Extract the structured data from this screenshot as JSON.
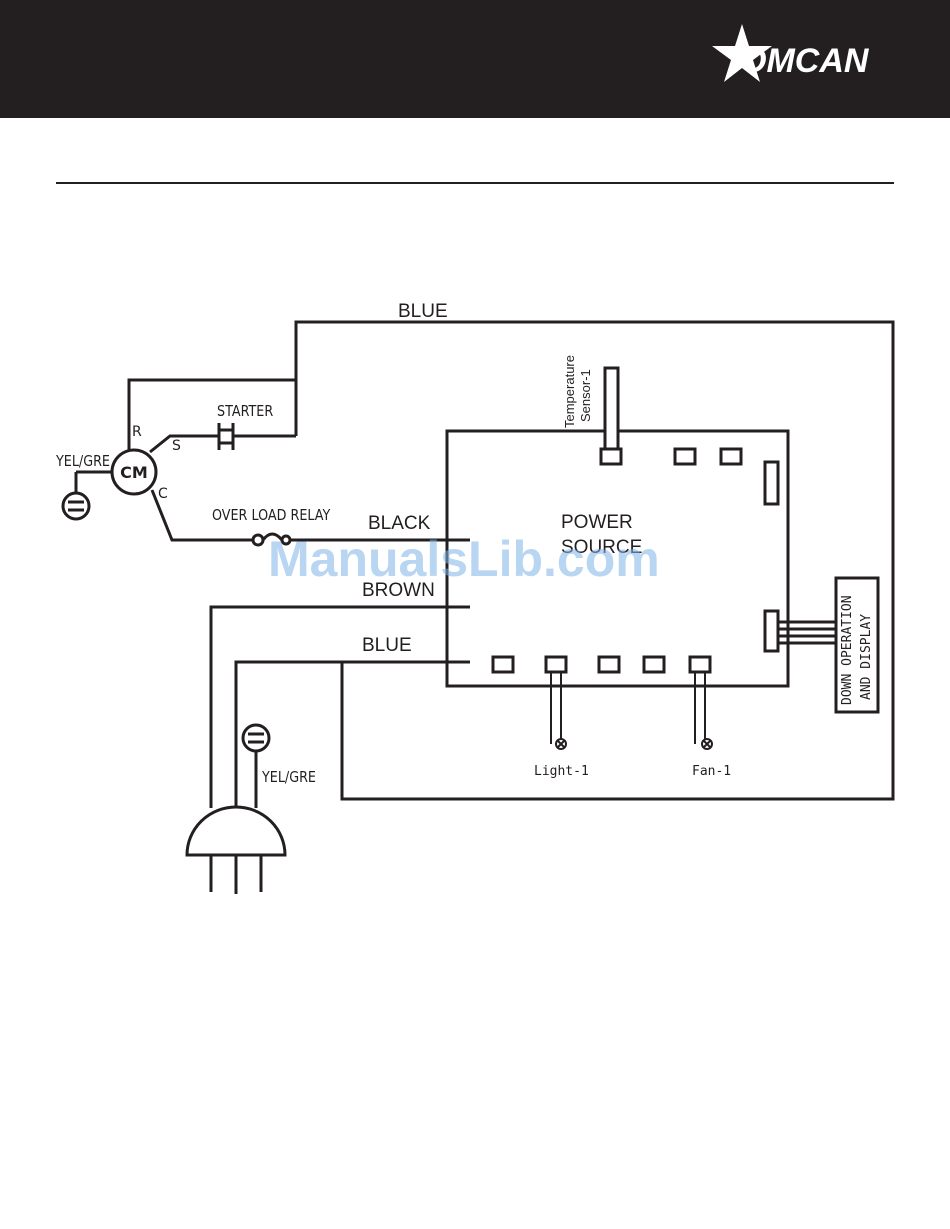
{
  "brand": {
    "name": "OMCAN",
    "header_color": "#231f20"
  },
  "watermark": "ManualsLib.com",
  "wires": {
    "blue_top": "BLUE",
    "black": "BLACK",
    "brown": "BROWN",
    "blue_bottom": "BLUE",
    "yel_gre_compressor": "YEL/GRE",
    "yel_gre_plug": "YEL/GRE"
  },
  "components": {
    "compressor": "CM",
    "terminal_r": "R",
    "terminal_s": "S",
    "terminal_c": "C",
    "starter": "STARTER",
    "overload_relay": "OVER LOAD RELAY",
    "power_source_line1": "POWER",
    "power_source_line2": "SOURCE",
    "temp_sensor_line1": "Temperature",
    "temp_sensor_line2": "Sensor-1",
    "light": "Light-1",
    "fan": "Fan-1",
    "display_line1": "DOWN OPERATION",
    "display_line2": "AND DISPLAY"
  }
}
